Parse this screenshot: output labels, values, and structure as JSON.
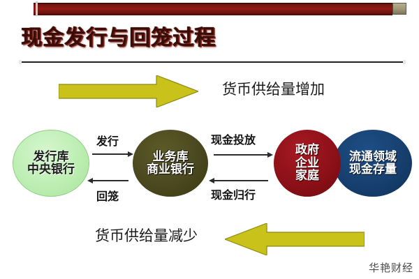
{
  "slide": {
    "title": "现金发行与回笼过程",
    "watermark": "华艳财经"
  },
  "flows": {
    "top": {
      "arrow_direction": "right",
      "caption": "货币供给量增加",
      "arrow_color": "#c9c21a"
    },
    "bottom": {
      "arrow_direction": "left",
      "caption": "货币供给量减少",
      "arrow_color": "#c9c21a"
    }
  },
  "nodes": [
    {
      "id": "central-bank",
      "line1": "发行库",
      "line2": "中央银行",
      "color": "#bdeeb3",
      "text_color": "#1d1d1d"
    },
    {
      "id": "commercial-bank",
      "line1": "业务库",
      "line2": "商业银行",
      "color": "#4b4820",
      "text_color": "#ffffff"
    },
    {
      "id": "sectors",
      "line1": "政府",
      "line2": "企业",
      "line3": "家庭",
      "color": "#8d1018",
      "text_color": "#ffffff"
    },
    {
      "id": "circulation",
      "line1": "流通领域",
      "line2": "现金存量",
      "color": "#17406f",
      "text_color": "#ffffff"
    }
  ],
  "connectors": [
    {
      "id": "issue",
      "label": "发行",
      "direction": "right"
    },
    {
      "id": "return",
      "label": "回笼",
      "direction": "left"
    },
    {
      "id": "cash-payout",
      "label": "现金投放",
      "direction": "right"
    },
    {
      "id": "cash-back",
      "label": "现金归行",
      "direction": "left"
    }
  ],
  "decor": {
    "topbar_color": "#7d1512",
    "topbar_cap_color": "#9d9678",
    "rule_color": "#231f20"
  }
}
